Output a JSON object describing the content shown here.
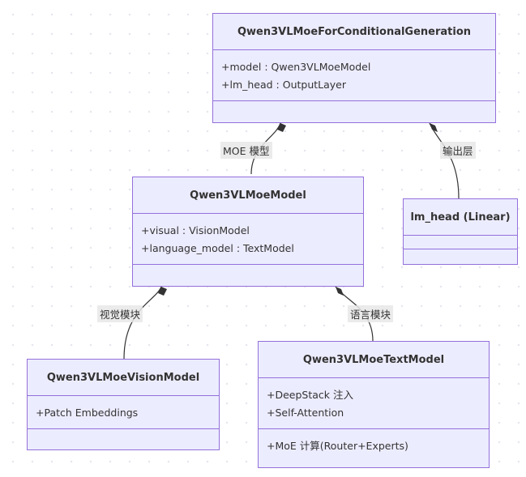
{
  "classes": {
    "gen": {
      "name": "Qwen3VLMoeForConditionalGeneration",
      "members": [
        "+model : Qwen3VLMoeModel",
        "+lm_head : OutputLayer"
      ]
    },
    "model": {
      "name": "Qwen3VLMoeModel",
      "members": [
        "+visual : VisionModel",
        "+language_model : TextModel"
      ]
    },
    "lmhead": {
      "name": "lm_head (Linear)"
    },
    "vision": {
      "name": "Qwen3VLMoeVisionModel",
      "members": [
        "+Patch Embeddings"
      ]
    },
    "text": {
      "name": "Qwen3VLMoeTextModel",
      "members": [
        "+DeepStack 注入",
        "+Self-Attention"
      ],
      "methods": [
        "+MoE 计算(Router+Experts)"
      ]
    }
  },
  "relations": {
    "model_edge": "MOE 模型",
    "output_edge": "输出层",
    "vision_edge": "视觉模块",
    "text_edge": "语言模块"
  },
  "colors": {
    "node_fill": "#ececff",
    "node_border": "#9370db",
    "edge": "#333333",
    "label_bg": "#e8e8e8"
  }
}
